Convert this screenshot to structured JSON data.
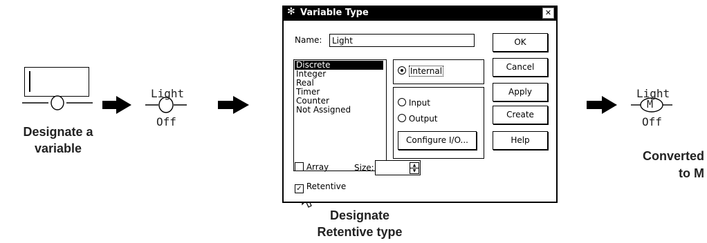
{
  "left": {
    "caption_line1": "Designate a",
    "caption_line2": "variable"
  },
  "middle_contact": {
    "label_top": "Light",
    "label_bottom": "Off"
  },
  "dialog": {
    "title": "Variable Type",
    "close_glyph": "✕",
    "name_label": "Name:",
    "name_value": "Light",
    "types": [
      "Discrete",
      "Integer",
      "Real",
      "Timer",
      "Counter",
      "Not Assigned"
    ],
    "selected_type": "Discrete",
    "radio_internal": "Internal",
    "radio_input": "Input",
    "radio_output": "Output",
    "configure_btn": "Configure I/O...",
    "ok_btn": "OK",
    "cancel_btn": "Cancel",
    "apply_btn": "Apply",
    "create_btn": "Create",
    "help_btn": "Help",
    "array_label": "Array",
    "size_label": "Size:",
    "retentive_label": "Retentive",
    "retentive_checked": true
  },
  "dialog_caption": {
    "line1": "Designate",
    "line2": "Retentive type"
  },
  "right": {
    "label_top": "Light",
    "coil_letter": "M",
    "label_bottom": "Off",
    "caption_line1": "Converted",
    "caption_line2": "to M"
  }
}
